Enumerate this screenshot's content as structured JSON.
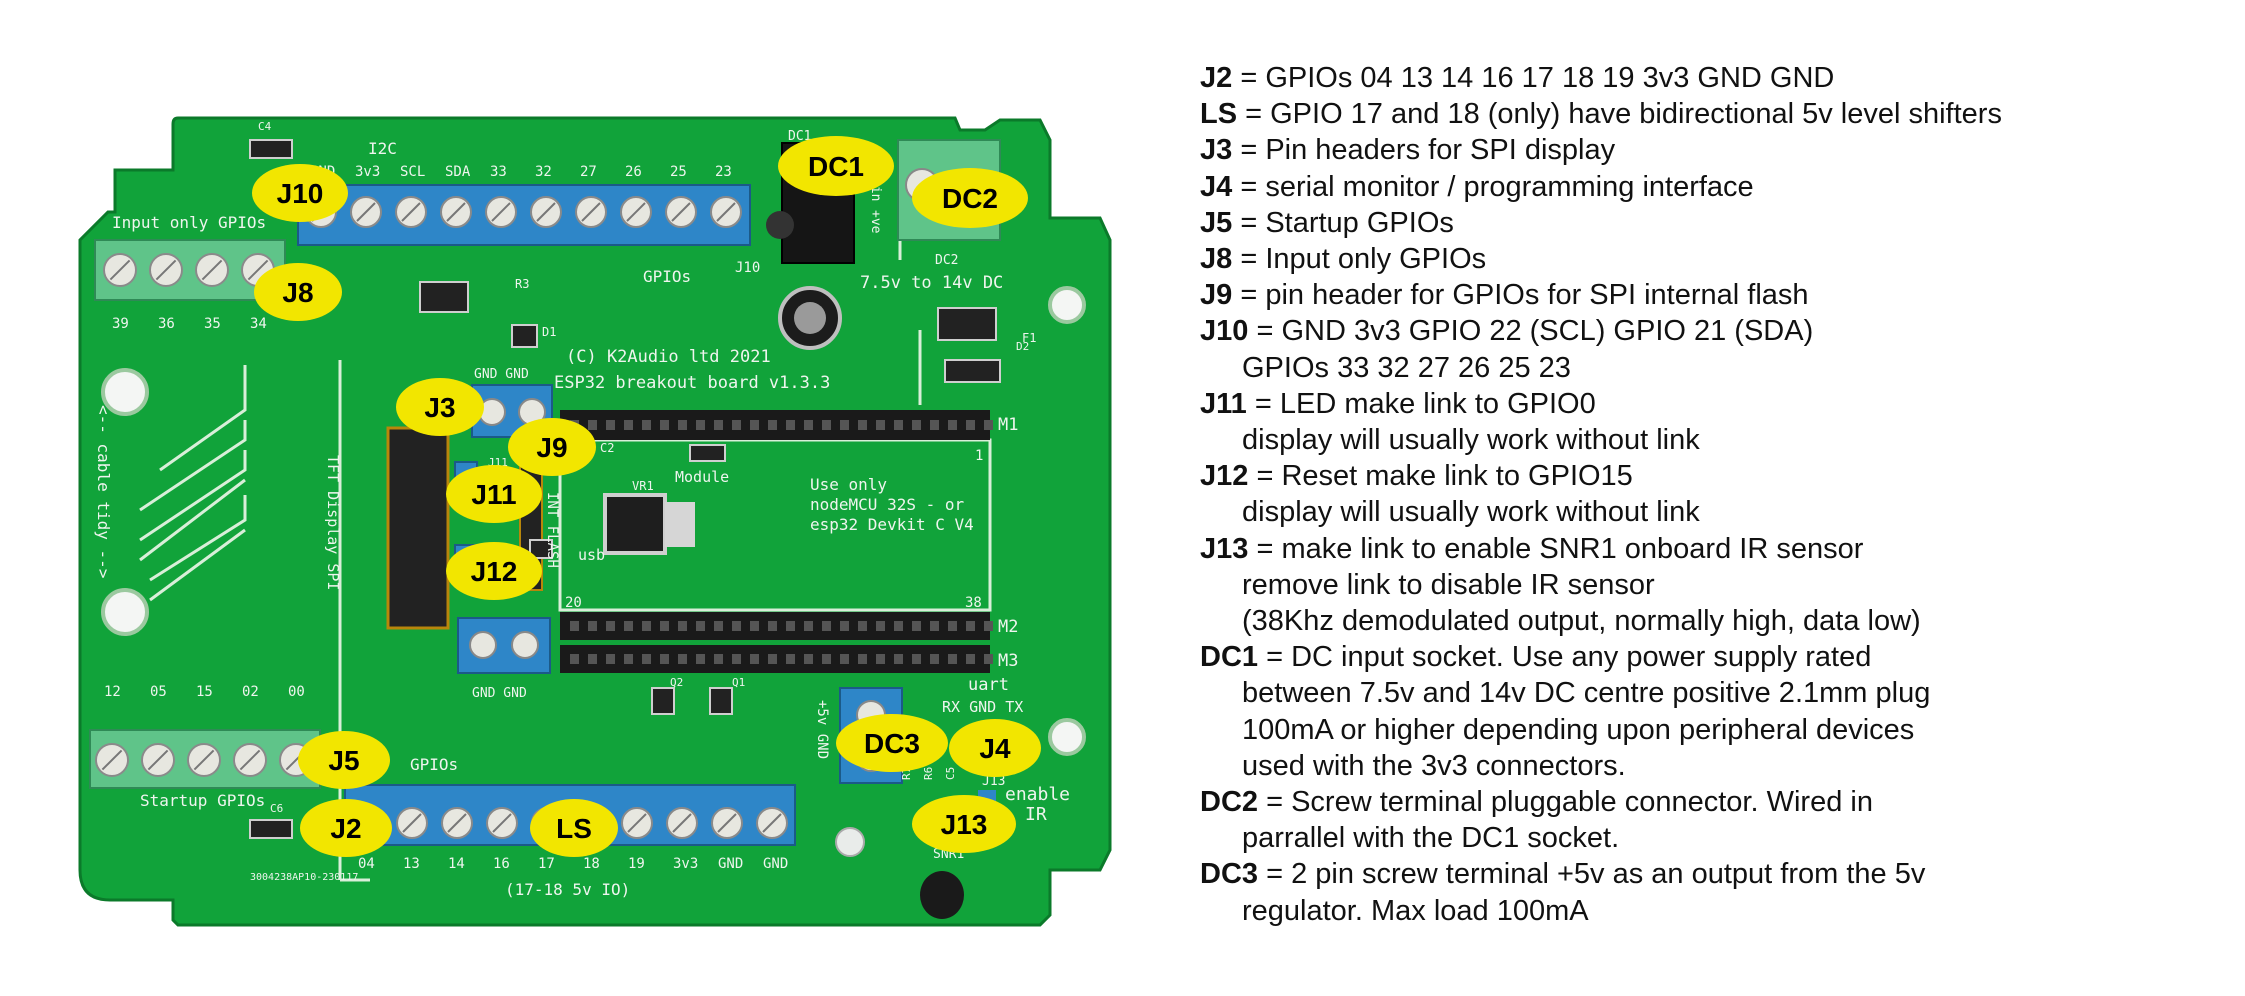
{
  "board": {
    "callouts": [
      "J10",
      "DC1",
      "DC2",
      "J8",
      "J3",
      "J9",
      "J11",
      "J12",
      "DC3",
      "J4",
      "J5",
      "J2",
      "LS",
      "J13"
    ],
    "top_header": [
      "GND",
      "3v3",
      "SCL",
      "SDA",
      "33",
      "32",
      "27",
      "26",
      "25",
      "23"
    ],
    "i2c_label": "I2C",
    "input_only_label": "Input only GPIOs",
    "input_only_pins": [
      "39",
      "36",
      "35",
      "34"
    ],
    "startup_pins": [
      "12",
      "05",
      "15",
      "02",
      "00"
    ],
    "startup_label": "Startup GPIOs",
    "bottom_header": [
      "04",
      "13",
      "14",
      "16",
      "17",
      "18",
      "19",
      "3v3",
      "GND",
      "GND"
    ],
    "bottom_gpios_label": "GPIOs",
    "level_label": "(17-18 5v IO)",
    "gpios_label": "GPIOs",
    "j10_label": "J10",
    "copyright": "(C) K2Audio ltd 2021",
    "board_name": "ESP32 breakout board v1.3.3",
    "dc1_label": "DC1",
    "dc2_label": "DC2",
    "voltage_label": "7.5v to 14v DC",
    "module_note": [
      "Use only",
      "nodeMCU 32S - or",
      "esp32 Devkit C V4"
    ],
    "m1": "M1",
    "m2": "M2",
    "m3": "M3",
    "pin_1": "1",
    "pin_20": "20",
    "pin_38": "38",
    "tft_label": "TFT Display SPI",
    "int_flash": "INT FLASH",
    "gnd_gnd": "GND GND",
    "uart_label": "uart",
    "uart_pins": "RX GND TX",
    "enable_label": "enable",
    "ir_label": "IR",
    "j13_small": "J13",
    "snr1": "SNR1",
    "cable_tidy": "<-- cable tidy -->",
    "plus5v": "+5v GND",
    "part_number": "3004238AP10-230117",
    "module_label": "Module",
    "usb_label": "usb",
    "c4": "C4",
    "c6": "C6",
    "r3": "R3",
    "d1": "D1",
    "f1": "F1",
    "d2": "D2",
    "vr1": "VR1",
    "j11_small": "J11",
    "c2": "C2",
    "q1": "Q1",
    "q2": "Q2",
    "r7": "R7",
    "r6": "R6",
    "c5": "C5",
    "pin_plus": "+ve",
    "pin_label": "pin"
  },
  "legend": [
    {
      "key": "J2",
      "lines": [
        "= GPIOs 04 13 14 16 17 18 19 3v3 GND GND"
      ]
    },
    {
      "key": "LS",
      "lines": [
        "= GPIO 17 and 18 (only) have bidirectional 5v level shifters"
      ]
    },
    {
      "key": "J3",
      "lines": [
        "= Pin headers for SPI display"
      ]
    },
    {
      "key": "J4",
      "lines": [
        "= serial monitor / programming interface"
      ]
    },
    {
      "key": "J5",
      "lines": [
        "= Startup GPIOs"
      ]
    },
    {
      "key": "J8",
      "lines": [
        "= Input only GPIOs"
      ]
    },
    {
      "key": "J9",
      "lines": [
        "= pin header for GPIOs for SPI internal flash"
      ]
    },
    {
      "key": "J10",
      "lines": [
        "= GND 3v3 GPIO 22 (SCL) GPIO 21 (SDA)",
        "GPIOs 33 32 27 26 25 23"
      ]
    },
    {
      "key": "J11",
      "lines": [
        "= LED make link to GPIO0",
        "display will usually work without link"
      ]
    },
    {
      "key": "J12",
      "lines": [
        "= Reset make link to GPIO15",
        "display will usually work without link"
      ]
    },
    {
      "key": "J13",
      "lines": [
        "= make link to enable SNR1 onboard IR sensor",
        "remove link to disable IR sensor",
        "(38Khz demodulated output, normally high, data low)"
      ]
    },
    {
      "key": "DC1",
      "lines": [
        "= DC input socket. Use any power supply rated",
        "between 7.5v and 14v DC centre positive 2.1mm plug",
        "100mA or higher depending upon peripheral devices",
        "used with the 3v3 connectors."
      ]
    },
    {
      "key": "DC2",
      "lines": [
        "= Screw terminal pluggable connector. Wired in",
        "parrallel with the DC1 socket."
      ]
    },
    {
      "key": "DC3",
      "lines": [
        "= 2 pin screw terminal +5v as an output from the 5v",
        "regulator. Max load 100mA"
      ]
    }
  ],
  "colors": {
    "pcb": "#11a33a",
    "terminal_blue": "#2e86c8",
    "terminal_green": "#5fc489",
    "callout_yellow": "#f2e600",
    "header_black": "#1a1a1a"
  }
}
